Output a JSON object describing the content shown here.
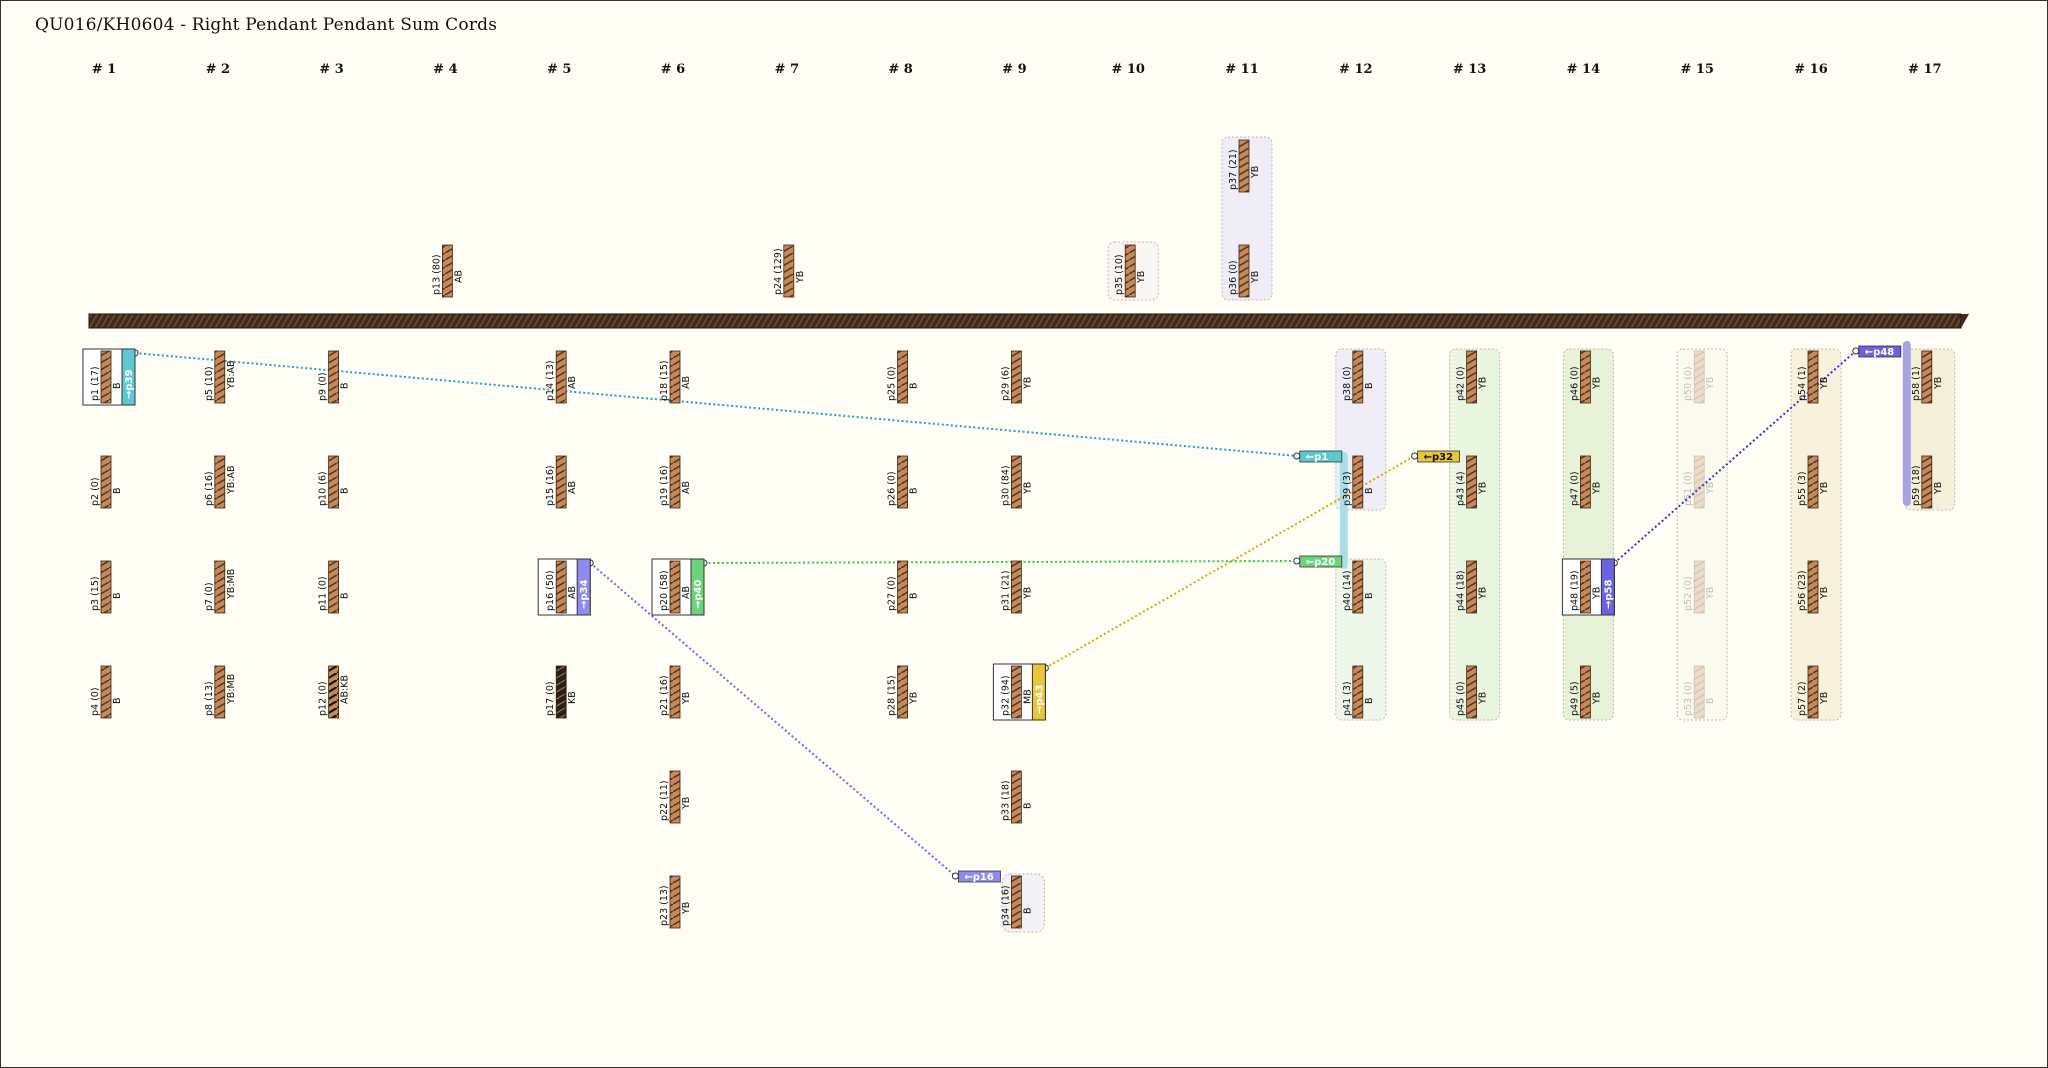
{
  "title": "QU016/KH0604 - Right Pendant Pendant Sum Cords",
  "columns": [
    "# 1",
    "# 2",
    "# 3",
    "# 4",
    "# 5",
    "# 6",
    "# 7",
    "# 8",
    "# 9",
    "# 10",
    "# 11",
    "# 12",
    "# 13",
    "# 14",
    "# 15",
    "# 16",
    "# 17"
  ],
  "top_cords": [
    {
      "label": "p13 (80)",
      "color_code": "AB",
      "col": 4,
      "row": 0
    },
    {
      "label": "p24 (129)",
      "color_code": "YB",
      "col": 7,
      "row": 0
    },
    {
      "label": "p35 (10)",
      "color_code": "YB",
      "col": 10,
      "row": 0,
      "group": true
    },
    {
      "label": "p37 (21)",
      "color_code": "YB",
      "col": 11,
      "row": 1,
      "group": true
    },
    {
      "label": "p36 (0)",
      "color_code": "YB",
      "col": 11,
      "row": 0,
      "group": true
    }
  ],
  "cords": [
    {
      "label": "p1 (17)",
      "color_code": "B",
      "col": 1,
      "row": 0,
      "sum": true,
      "tag": "→p39",
      "tag_color": "#5cc8d0"
    },
    {
      "label": "p2 (0)",
      "color_code": "B",
      "col": 1,
      "row": 1
    },
    {
      "label": "p3 (15)",
      "color_code": "B",
      "col": 1,
      "row": 2
    },
    {
      "label": "p4 (0)",
      "color_code": "B",
      "col": 1,
      "row": 3
    },
    {
      "label": "p5 (10)",
      "color_code": "YB:AB",
      "col": 2,
      "row": 0
    },
    {
      "label": "p6 (16)",
      "color_code": "YB:AB",
      "col": 2,
      "row": 1
    },
    {
      "label": "p7 (0)",
      "color_code": "YB:MB",
      "col": 2,
      "row": 2
    },
    {
      "label": "p8 (13)",
      "color_code": "YB:MB",
      "col": 2,
      "row": 3
    },
    {
      "label": "p9 (0)",
      "color_code": "B",
      "col": 3,
      "row": 0
    },
    {
      "label": "p10 (6)",
      "color_code": "B",
      "col": 3,
      "row": 1
    },
    {
      "label": "p11 (0)",
      "color_code": "B",
      "col": 3,
      "row": 2
    },
    {
      "label": "p12 (0)",
      "color_code": "AB:KB",
      "col": 3,
      "row": 3
    },
    {
      "label": "p14 (13)",
      "color_code": "AB",
      "col": 5,
      "row": 0
    },
    {
      "label": "p15 (16)",
      "color_code": "AB",
      "col": 5,
      "row": 1
    },
    {
      "label": "p16 (50)",
      "color_code": "AB",
      "col": 5,
      "row": 2,
      "sum": true,
      "tag": "→p34",
      "tag_color": "#8c8cf0"
    },
    {
      "label": "p17 (0)",
      "color_code": "KB",
      "col": 5,
      "row": 3,
      "dark": true
    },
    {
      "label": "p18 (15)",
      "color_code": "AB",
      "col": 6,
      "row": 0
    },
    {
      "label": "p19 (16)",
      "color_code": "AB",
      "col": 6,
      "row": 1
    },
    {
      "label": "p20 (58)",
      "color_code": "AB",
      "col": 6,
      "row": 2,
      "sum": true,
      "tag": "→p40",
      "tag_color": "#6ad47a"
    },
    {
      "label": "p21 (16)",
      "color_code": "YB",
      "col": 6,
      "row": 3
    },
    {
      "label": "p22 (11)",
      "color_code": "YB",
      "col": 6,
      "row": 4
    },
    {
      "label": "p23 (13)",
      "color_code": "YB",
      "col": 6,
      "row": 5
    },
    {
      "label": "p25 (0)",
      "color_code": "B",
      "col": 8,
      "row": 0
    },
    {
      "label": "p26 (0)",
      "color_code": "B",
      "col": 8,
      "row": 1
    },
    {
      "label": "p27 (0)",
      "color_code": "B",
      "col": 8,
      "row": 2
    },
    {
      "label": "p28 (15)",
      "color_code": "YB",
      "col": 8,
      "row": 3
    },
    {
      "label": "p29 (6)",
      "color_code": "YB",
      "col": 9,
      "row": 0
    },
    {
      "label": "p30 (84)",
      "color_code": "YB",
      "col": 9,
      "row": 1
    },
    {
      "label": "p31 (21)",
      "color_code": "YB",
      "col": 9,
      "row": 2
    },
    {
      "label": "p32 (94)",
      "color_code": "MB",
      "col": 9,
      "row": 3,
      "sum": true,
      "tag": "→p43",
      "tag_color": "#e7c63a"
    },
    {
      "label": "p33 (18)",
      "color_code": "B",
      "col": 9,
      "row": 4
    },
    {
      "label": "p34 (16)",
      "color_code": "B",
      "col": 9,
      "row": 5
    },
    {
      "label": "p38 (0)",
      "color_code": "B",
      "col": 12,
      "row": 0
    },
    {
      "label": "p39 (3)",
      "color_code": "B",
      "col": 12,
      "row": 1
    },
    {
      "label": "p40 (14)",
      "color_code": "B",
      "col": 12,
      "row": 2
    },
    {
      "label": "p41 (3)",
      "color_code": "B",
      "col": 12,
      "row": 3
    },
    {
      "label": "p42 (0)",
      "color_code": "YB",
      "col": 13,
      "row": 0
    },
    {
      "label": "p43 (4)",
      "color_code": "YB",
      "col": 13,
      "row": 1
    },
    {
      "label": "p44 (18)",
      "color_code": "YB",
      "col": 13,
      "row": 2
    },
    {
      "label": "p45 (0)",
      "color_code": "YB",
      "col": 13,
      "row": 3
    },
    {
      "label": "p46 (0)",
      "color_code": "YB",
      "col": 14,
      "row": 0
    },
    {
      "label": "p47 (0)",
      "color_code": "YB",
      "col": 14,
      "row": 1
    },
    {
      "label": "p48 (19)",
      "color_code": "YB",
      "col": 14,
      "row": 2,
      "sum": true,
      "tag": "→p58",
      "tag_color": "#6a62e0"
    },
    {
      "label": "p49 (5)",
      "color_code": "YB",
      "col": 14,
      "row": 3
    },
    {
      "label": "p50 (0)",
      "color_code": "YB",
      "col": 15,
      "row": 0,
      "faded": true
    },
    {
      "label": "p51 (0)",
      "color_code": "YB",
      "col": 15,
      "row": 1,
      "faded": true
    },
    {
      "label": "p52 (0)",
      "color_code": "YB",
      "col": 15,
      "row": 2,
      "faded": true
    },
    {
      "label": "p53 (0)",
      "color_code": "B",
      "col": 15,
      "row": 3,
      "faded": true
    },
    {
      "label": "p54 (1)",
      "color_code": "YB",
      "col": 16,
      "row": 0
    },
    {
      "label": "p55 (3)",
      "color_code": "YB",
      "col": 16,
      "row": 1
    },
    {
      "label": "p56 (23)",
      "color_code": "YB",
      "col": 16,
      "row": 2
    },
    {
      "label": "p57 (2)",
      "color_code": "YB",
      "col": 16,
      "row": 3
    },
    {
      "label": "p58 (1)",
      "color_code": "YB",
      "col": 17,
      "row": 0
    },
    {
      "label": "p59 (18)",
      "color_code": "YB",
      "col": 17,
      "row": 1
    }
  ],
  "sum_tags": [
    {
      "label": "←p1",
      "color": "#5cc8d0",
      "col": 12,
      "row": 1,
      "from": "p1"
    },
    {
      "label": "←p32",
      "color": "#e7c63a",
      "col": 13,
      "row": 1,
      "from": "p32"
    },
    {
      "label": "←p20",
      "color": "#6ad47a",
      "col": 12,
      "row": 2,
      "from": "p20"
    },
    {
      "label": "←p16",
      "color": "#8c8cf0",
      "col": 9,
      "row": 5,
      "from": "p16"
    },
    {
      "label": "←p48",
      "color": "#6a62e0",
      "col": 17,
      "row": 0,
      "from": "p48"
    }
  ],
  "links": [
    {
      "from": "p1",
      "to": "←p1",
      "color": "#1aa6c0"
    },
    {
      "from": "p20",
      "to": "←p20",
      "color": "#2ecc40"
    },
    {
      "from": "p16",
      "to": "←p16",
      "color": "#6a6af0"
    },
    {
      "from": "p32",
      "to": "←p32",
      "color": "#e0a400"
    },
    {
      "from": "p48",
      "to": "←p48",
      "color": "#3a2ed0"
    }
  ],
  "colors": {
    "background": "#fffdf4",
    "cord": "#b5764a",
    "cord_dark": "#3a2a20",
    "primary": "#3d2a1c"
  }
}
